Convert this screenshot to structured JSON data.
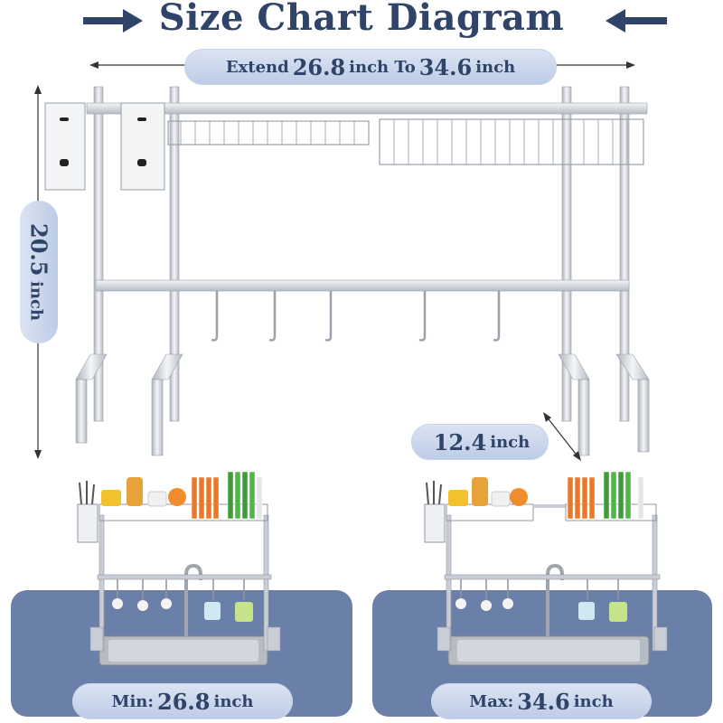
{
  "title": "Size Chart Diagram",
  "width_label": {
    "prefix": "Extend",
    "min": "26.8",
    "mid": "inch To",
    "max": "34.6",
    "unit": "inch"
  },
  "height_label": {
    "value": "20.5",
    "unit": "inch"
  },
  "depth_label": {
    "value": "12.4",
    "unit": "inch"
  },
  "min_label": {
    "prefix": "Min:",
    "value": "26.8",
    "unit": "inch"
  },
  "max_label": {
    "prefix": "Max:",
    "value": "34.6",
    "unit": "inch"
  },
  "colors": {
    "navy": "#2f4468",
    "pill": "#c9d5ec",
    "panel": "#6a80a8",
    "steel": "#c9ced6"
  },
  "icons": [
    "arrow-right-icon",
    "arrow-left-icon"
  ]
}
